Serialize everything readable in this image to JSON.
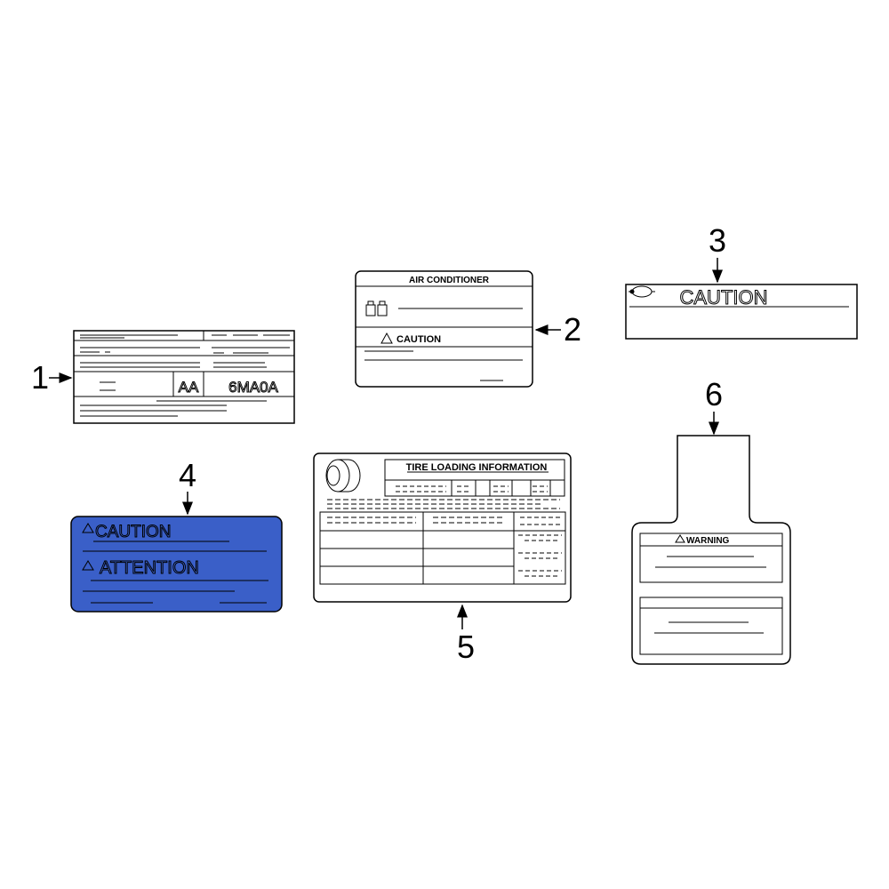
{
  "callouts": {
    "c1": "1",
    "c2": "2",
    "c3": "3",
    "c4": "4",
    "c5": "5",
    "c6": "6"
  },
  "label1": {
    "code_left": "AA",
    "code_right": "6MA0A"
  },
  "label2": {
    "title": "AIR CONDITIONER",
    "caution": "CAUTION",
    "icon": "refrigerant-icon"
  },
  "label3": {
    "caution": "CAUTION",
    "icon": "compressor-icon"
  },
  "label4": {
    "caution": "CAUTION",
    "attention": "ATTENTION",
    "fill_color": "#3a5fc8"
  },
  "label5": {
    "title": "TIRE LOADING INFORMATION",
    "icon": "tire-icon"
  },
  "label6": {
    "warning": "WARNING"
  },
  "colors": {
    "highlight": "#3a5fc8",
    "line": "#000000"
  }
}
